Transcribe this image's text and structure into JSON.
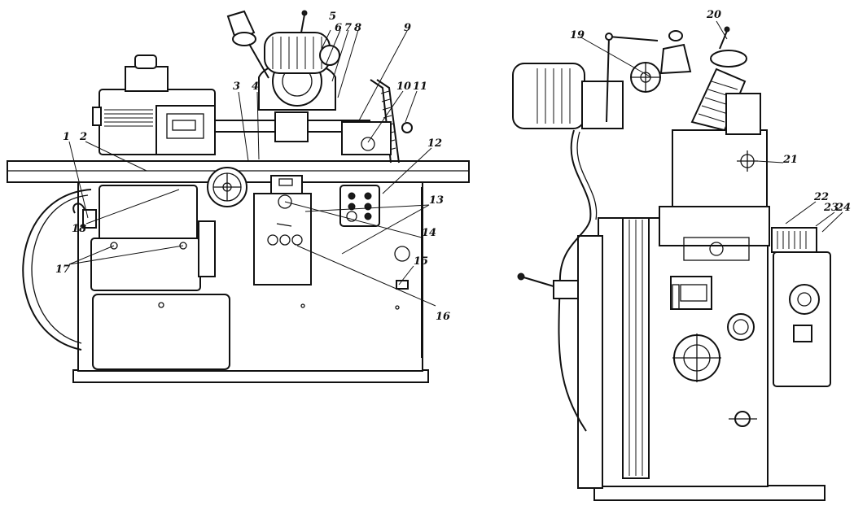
{
  "labels": [
    "1",
    "2",
    "3",
    "4",
    "5",
    "6",
    "7",
    "8",
    "9",
    "10",
    "11",
    "12",
    "13",
    "14",
    "15",
    "16",
    "17",
    "18",
    "19",
    "20",
    "21",
    "22",
    "23",
    "24"
  ],
  "colors": {
    "ink": "#111111",
    "paper": "#ffffff"
  }
}
